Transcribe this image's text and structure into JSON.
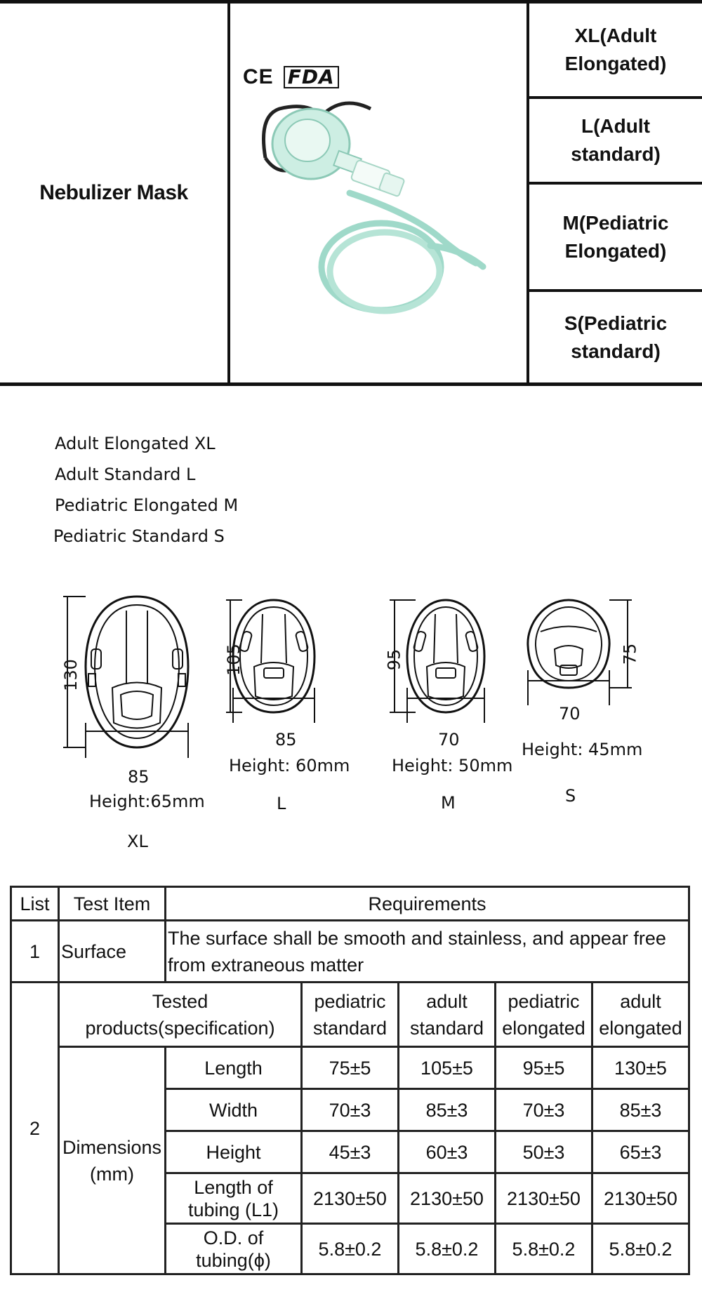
{
  "top_table": {
    "product_name": "Nebulizer Mask",
    "certifications": {
      "ce": "CE",
      "fda": "FDA"
    },
    "sizes": [
      "XL(Adult\nElongated)",
      "L(Adult\nstandard)",
      "M(Pediatric\nElongated)",
      "S(Pediatric\nstandard)"
    ]
  },
  "legend": [
    "Adult Elongated XL",
    "Adult Standard L",
    "Pediatric Elongated M",
    "Pediatric Standard S"
  ],
  "drawings": [
    {
      "size": "XL",
      "height_dim": "130",
      "width_dim": "85",
      "height_text": "Height:65mm"
    },
    {
      "size": "L",
      "height_dim": "105",
      "width_dim": "85",
      "height_text": "Height: 60mm"
    },
    {
      "size": "M",
      "height_dim": "95",
      "width_dim": "70",
      "height_text": "Height: 50mm"
    },
    {
      "size": "S",
      "height_dim": "75",
      "width_dim": "70",
      "height_text": "Height: 45mm"
    }
  ],
  "spec_table": {
    "headers": {
      "list": "List",
      "test_item": "Test Item",
      "requirements": "Requirements"
    },
    "row1": {
      "list": "1",
      "item": "Surface",
      "requirement": "The surface shall be smooth and stainless, and appear free from extraneous matter"
    },
    "row2": {
      "list": "2",
      "tested_products": "Tested products(specification)",
      "products": [
        "pediatric standard",
        "adult standard",
        "pediatric elongated",
        "adult elongated"
      ],
      "group_label": "Dimensions (mm)",
      "rows": [
        {
          "label": "Length",
          "values": [
            "75±5",
            "105±5",
            "95±5",
            "130±5"
          ]
        },
        {
          "label": "Width",
          "values": [
            "70±3",
            "85±3",
            "70±3",
            "85±3"
          ]
        },
        {
          "label": "Height",
          "values": [
            "45±3",
            "60±3",
            "50±3",
            "65±3"
          ]
        },
        {
          "label": "Length of tubing (L1)",
          "values": [
            "2130±50",
            "2130±50",
            "2130±50",
            "2130±50"
          ]
        },
        {
          "label": "O.D. of tubing(ϕ)",
          "values": [
            "5.8±0.2",
            "5.8±0.2",
            "5.8±0.2",
            "5.8±0.2"
          ]
        }
      ]
    }
  }
}
